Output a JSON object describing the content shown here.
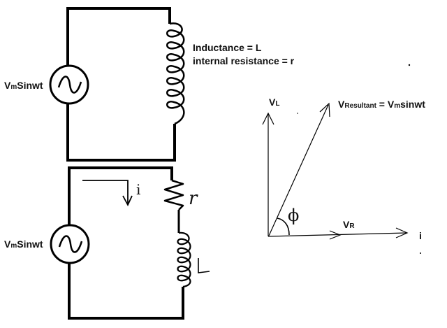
{
  "top_circuit": {
    "source_label": {
      "main1": "V",
      "sub": "m",
      "main2": "Sinwt"
    },
    "inductance_text": "Inductance = L",
    "resistance_text": "internal resistance = r"
  },
  "bottom_circuit": {
    "source_label": {
      "main1": "V",
      "sub": "m",
      "main2": "Sinwt"
    },
    "current_label": "i",
    "resistor_label": "r",
    "inductor_label": "L"
  },
  "phasor_diagram": {
    "vl_label": {
      "main": "V",
      "sub": "L"
    },
    "vr_label": {
      "main": "V",
      "sub": "R"
    },
    "resultant_label": {
      "main1": "V",
      "sub1": "Resultant",
      "main2": " = V",
      "sub2": "m",
      "main3": "sinwt"
    },
    "angle_label": "ϕ",
    "current_axis_label": "i"
  }
}
